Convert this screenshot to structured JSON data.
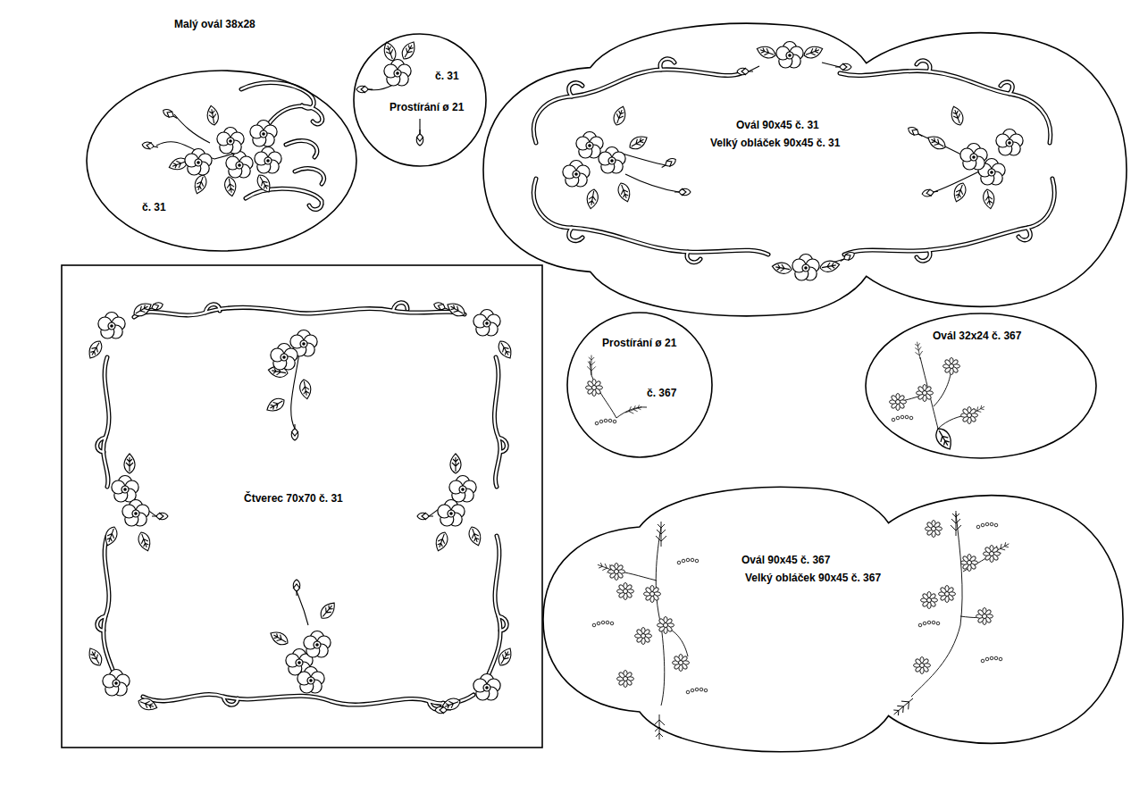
{
  "diagram": {
    "nodes": [
      {
        "text": [
          "Malý ovál 38x28",
          "č. 31"
        ]
      },
      {
        "text": [
          "č. 31",
          "Prostírání ø 21"
        ]
      },
      {
        "text": [
          "Ovál 90x45 č. 31",
          "Velký obláček 90x45 č. 31"
        ]
      },
      {
        "text": [
          "Čtverec 70x70 č. 31"
        ]
      },
      {
        "text": [
          "Prostírání ø 21",
          "č. 367"
        ]
      },
      {
        "text": [
          "Ovál 32x24 č. 367"
        ]
      },
      {
        "text": [
          "Ovál 90x45 č. 367",
          "Velký obláček 90x45 č. 367"
        ]
      }
    ]
  }
}
